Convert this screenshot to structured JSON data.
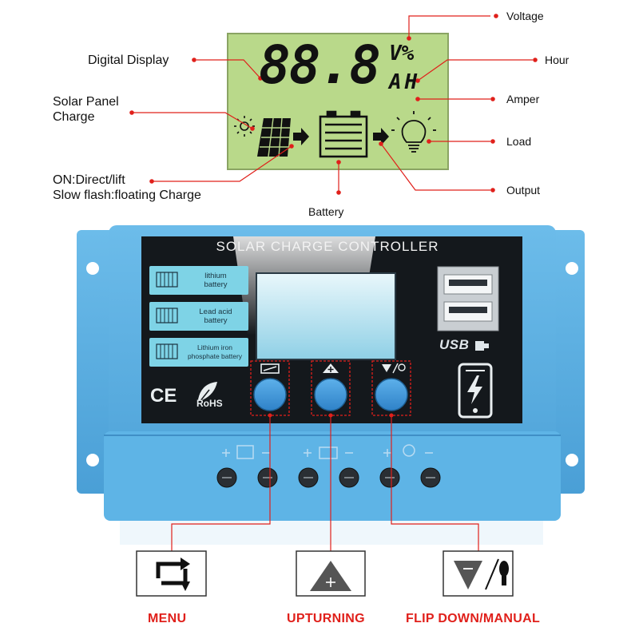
{
  "callouts": {
    "voltage": "Voltage",
    "digital_display": "Digital Display",
    "hour": "Hour",
    "solar_panel_charge_line1": "Solar Panel",
    "solar_panel_charge_line2": "Charge",
    "amper": "Amper",
    "load": "Load",
    "direct_line1": "ON:Direct/lift",
    "direct_line2": "Slow flash:floating Charge",
    "output": "Output",
    "battery": "Battery"
  },
  "lcd": {
    "digits": "88.8",
    "unit_top": "V%",
    "unit_bottom": "AH"
  },
  "device": {
    "title": "SOLAR CHARGE CONTROLLER",
    "battery_types": [
      {
        "line1": "lithium",
        "line2": "battery"
      },
      {
        "line1": "Lead acid",
        "line2": "battery"
      },
      {
        "line1": "Lithium iron",
        "line2": "phosphate battery"
      }
    ],
    "usb_label": "USB",
    "ce_label": "CE",
    "rohs_label": "RoHS"
  },
  "buttons": {
    "menu": "MENU",
    "upturning": "UPTURNING",
    "flip_down_manual": "FLIP DOWN/MANUAL"
  },
  "colors": {
    "callout_line": "#e0201b",
    "lcd_background": "#b9d98a",
    "housing": "#5aaee0",
    "panel": "#14181c",
    "button": "#3a93d6",
    "label_tag": "#7ed3e6"
  }
}
